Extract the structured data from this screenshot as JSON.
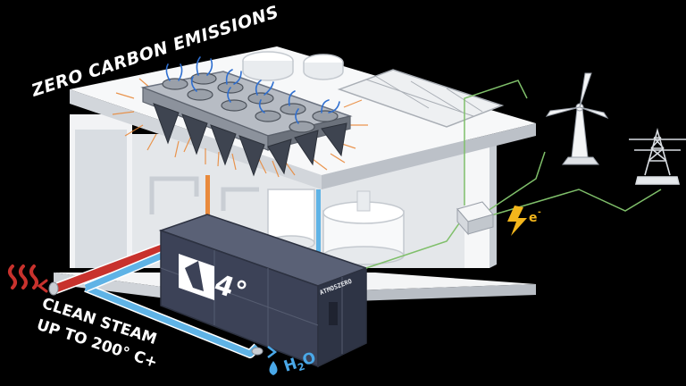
{
  "headline": "ZERO CARBON EMISSIONS",
  "steam_label": {
    "line1": "CLEAN STEAM",
    "line2": "UP TO 200° C+"
  },
  "water_label": {
    "prefix": "H",
    "subscript": "2",
    "suffix": "O"
  },
  "electricity_label": "e",
  "battery": {
    "logo_text": "4°",
    "brand": "ATMOSZERO"
  },
  "colors": {
    "background": "#000000",
    "building": "#eceef0",
    "battery_body": "#3c4257",
    "hot_pipe": "#c8322d",
    "cold_pipe": "#5fb3e6",
    "power_line": "#7fbf6a",
    "lightning": "#f3b61c",
    "heat_glow": "#e98a3c"
  },
  "icons": [
    "heat-waves-icon",
    "water-drop-icon",
    "lightning-icon",
    "wind-turbine-icon",
    "power-tower-icon",
    "solar-panel-icon"
  ]
}
